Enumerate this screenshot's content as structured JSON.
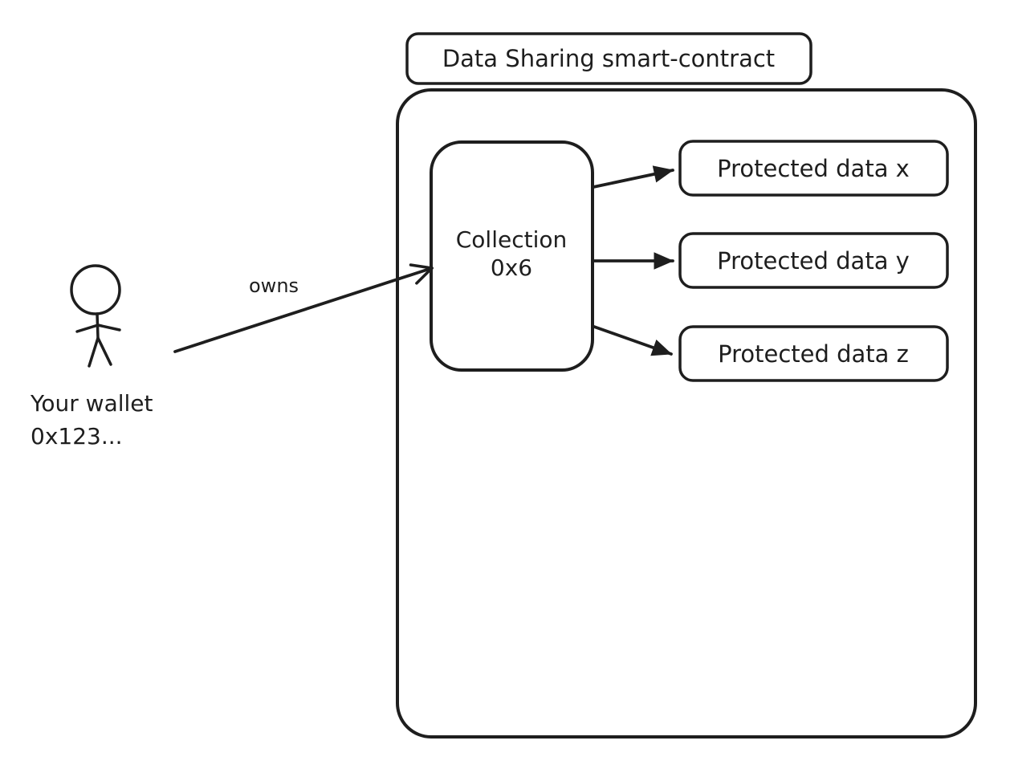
{
  "colors": {
    "stroke": "#1e1e1e",
    "background": "#ffffff",
    "box_fill": "#ffffff"
  },
  "title": "Data Sharing smart-contract",
  "wallet": {
    "label_line1": "Your wallet",
    "label_line2": "0x123...",
    "owns_label": "owns"
  },
  "collection": {
    "label_line1": "Collection",
    "label_line2": "0x6"
  },
  "protected_data": [
    {
      "label": "Protected data x"
    },
    {
      "label": "Protected data y"
    },
    {
      "label": "Protected data z"
    }
  ]
}
